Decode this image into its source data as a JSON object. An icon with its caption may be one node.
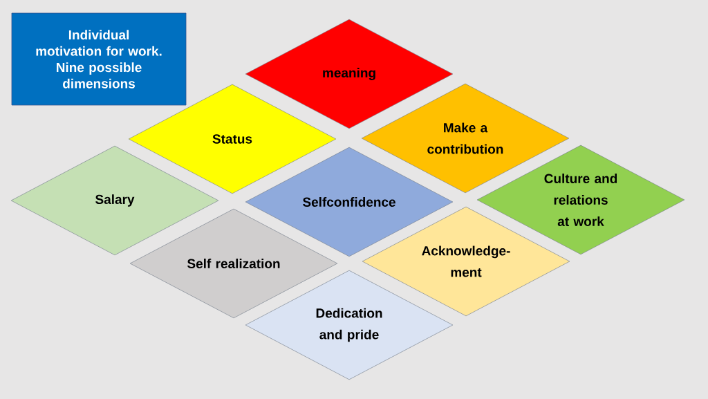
{
  "diagram": {
    "nodes": [
      {
        "text": [
          "Individual motivation for work.",
          "Nine possible dimensions"
        ]
      },
      {
        "text": [
          "meaning"
        ]
      },
      {
        "text": [
          "Status"
        ]
      },
      {
        "text": [
          "Make a contribution"
        ]
      },
      {
        "text": [
          "Salary"
        ]
      },
      {
        "text": [
          "Selfconfidence"
        ]
      },
      {
        "text": [
          "Culture and relations at work"
        ]
      },
      {
        "text": [
          "Self realization"
        ]
      },
      {
        "text": [
          "Acknowledge- ment"
        ]
      },
      {
        "text": [
          "Dedication and pride"
        ]
      }
    ]
  }
}
